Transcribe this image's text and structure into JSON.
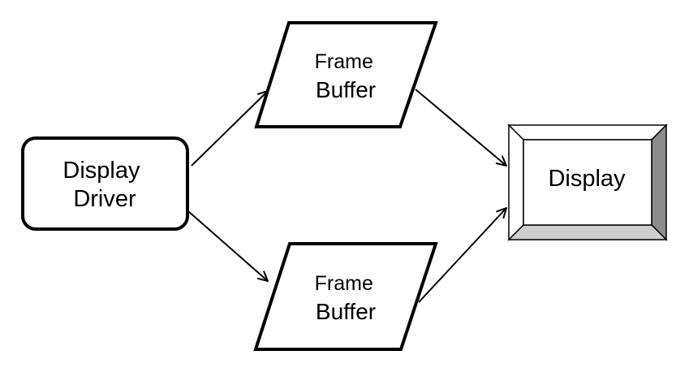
{
  "nodes": {
    "driver": {
      "line1": "Display",
      "line2": "Driver"
    },
    "buffer_top": {
      "line1": "Frame",
      "line2": "Buffer"
    },
    "buffer_bottom": {
      "line1": "Frame",
      "line2": "Buffer"
    },
    "display": {
      "label": "Display"
    }
  },
  "edges": [
    {
      "from": "driver",
      "to": "buffer_top"
    },
    {
      "from": "driver",
      "to": "buffer_bottom"
    },
    {
      "from": "buffer_top",
      "to": "display"
    },
    {
      "from": "buffer_bottom",
      "to": "display"
    }
  ],
  "colors": {
    "stroke": "#000000",
    "fill": "#ffffff",
    "bevel_right": "#8c8c8c",
    "bevel_bottom": "#cfcfcf",
    "bevel_light": "#ffffff"
  }
}
